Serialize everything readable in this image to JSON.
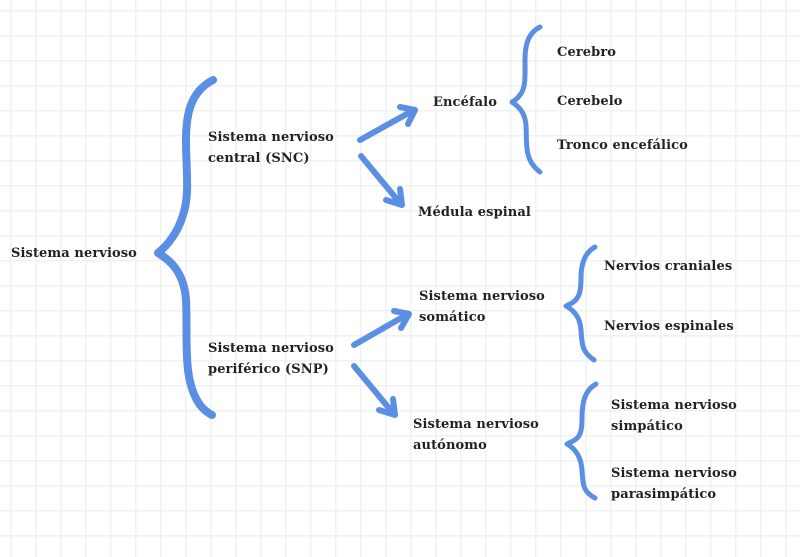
{
  "colors": {
    "accent": "#5b8fe3",
    "text": "#222222",
    "grid": "#f1f1f1",
    "background": "#ffffff"
  },
  "root": {
    "label": "Sistema nervioso"
  },
  "snc": {
    "line1": "Sistema nervioso",
    "line2": "central (SNC)",
    "children": {
      "encefalo": {
        "label": "Encéfalo",
        "children": [
          "Cerebro",
          "Cerebelo",
          "Tronco encefálico"
        ]
      },
      "medula": {
        "label": "Médula espinal"
      }
    }
  },
  "snp": {
    "line1": "Sistema nervioso",
    "line2": "periférico (SNP)",
    "children": {
      "somatico": {
        "line1": "Sistema nervioso",
        "line2": "somático",
        "children": [
          "Nervios craniales",
          "Nervios espinales"
        ]
      },
      "autonomo": {
        "line1": "Sistema nervioso",
        "line2": "autónomo",
        "children": [
          {
            "line1": "Sistema nervioso",
            "line2": "simpático"
          },
          {
            "line1": "Sistema nervioso",
            "line2": "parasimpático"
          }
        ]
      }
    }
  }
}
